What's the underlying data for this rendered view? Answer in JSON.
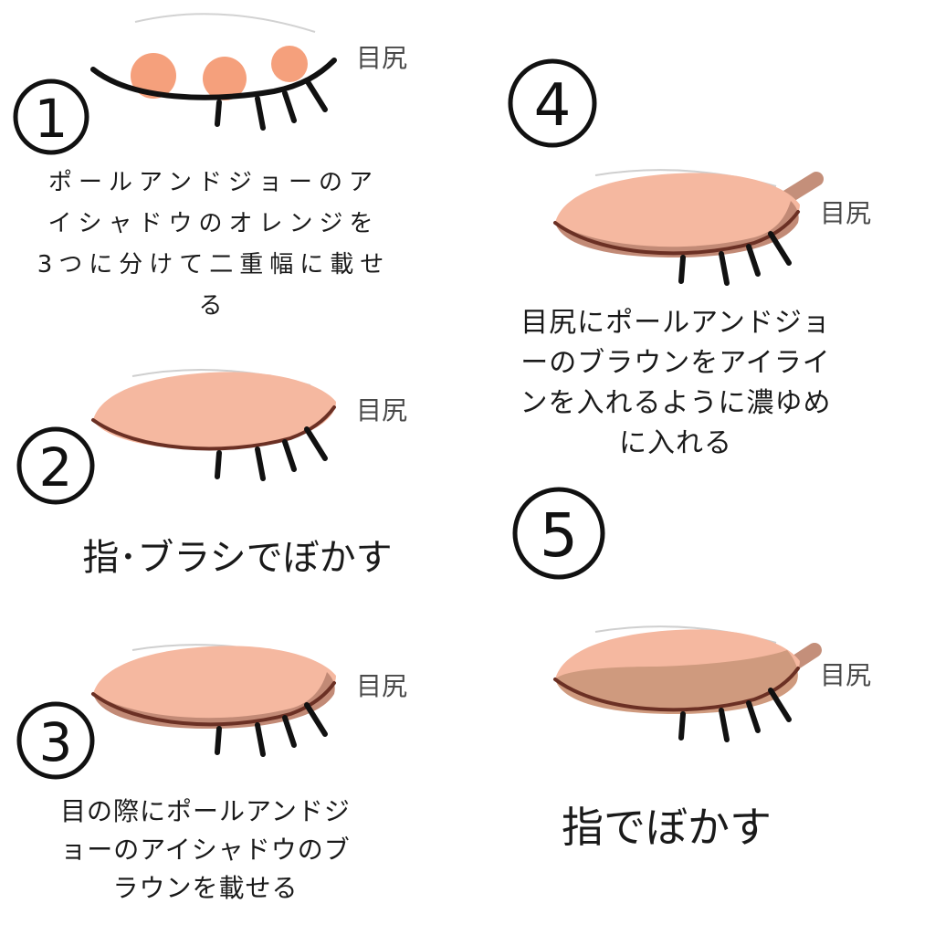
{
  "steps": [
    {
      "number": "①",
      "tag": "目尻",
      "caption": [
        "ポールアンドジョーのア",
        "イシャドウのオレンジを",
        "3つに分けて二重幅に載せ",
        "る"
      ]
    },
    {
      "number": "②",
      "tag": "目尻",
      "caption": [
        "指･ブラシでぼかす"
      ]
    },
    {
      "number": "③",
      "tag": "目尻",
      "caption": [
        "目の際にポールアンドジ",
        "ョーのアイシャドウのブ",
        "ラウンを載せる"
      ]
    },
    {
      "number": "④",
      "tag": "目尻",
      "caption": [
        "目尻にポールアンドジョ",
        "ーのブラウンをアイライ",
        "ンを入れるように濃ゆめ",
        "に入れる"
      ]
    },
    {
      "number": "⑤",
      "tag": "目尻",
      "caption": [
        "指でぼかす"
      ]
    }
  ],
  "colors": {
    "orange_dots": "#f5a07c",
    "base_shadow": "#f5b8a0",
    "brown_shadow": "#c28a76",
    "liner": "#c48f7a",
    "blended": "#cf9a7e",
    "eye_line": "#6b3024",
    "lashes": "#111111",
    "brow_crease": "#cfcfcf"
  }
}
